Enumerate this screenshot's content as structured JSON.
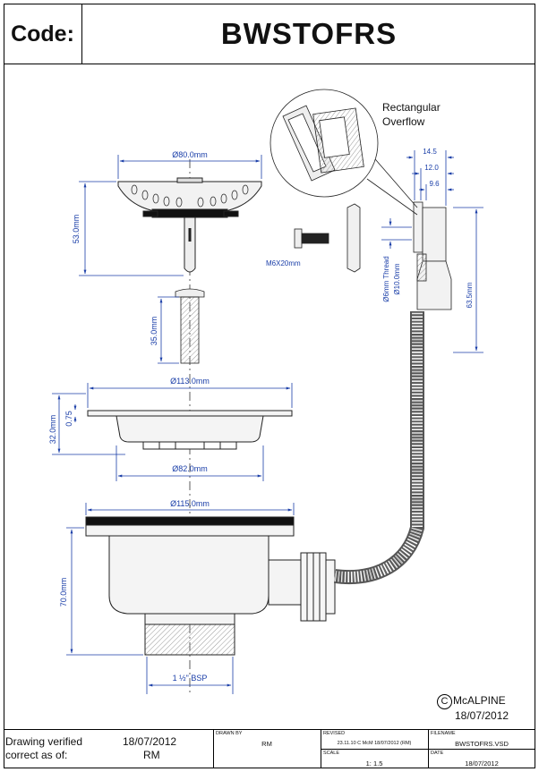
{
  "header": {
    "code_label": "Code:",
    "code_value": "BWSTOFRS"
  },
  "callout": {
    "line1": "Rectangular",
    "line2": "Overflow"
  },
  "dims": {
    "strainer_dia": "Ø80.0mm",
    "strainer_height": "53.0mm",
    "bolt": "M6X20mm",
    "screw_len": "35.0mm",
    "flange_dia": "Ø113.0mm",
    "basket_height": "32.0mm",
    "flange_thk": "0.75",
    "basket_dia": "Ø82.0mm",
    "body_flange_dia": "Ø115.0mm",
    "body_height": "70.0mm",
    "thread": "1 ½\" BSP",
    "ov_w1": "14.5",
    "ov_w2": "12.0",
    "ov_w3": "9.6",
    "ov_thread": "Ø6mm Thread",
    "ov_dia": "Ø10.0mm",
    "ov_height": "63.5mm"
  },
  "copyright": {
    "symbol": "C",
    "brand": "McALPINE",
    "date": "18/07/2012"
  },
  "footer": {
    "verified_label_1": "Drawing verified",
    "verified_label_2": "correct as of:",
    "verified_date": "18/07/2012",
    "verified_by": "RM",
    "drawn_by_label": "DRAWN BY",
    "drawn_by": "RM",
    "revised_label": "REVISED",
    "revised": "23.11.10 C McM 18/07/2012 (RM)",
    "filename_label": "FILENAME",
    "filename": "BWSTOFRS.VSD",
    "scale_label": "SCALE",
    "scale": "1: 1.5",
    "date_label": "DATE",
    "date": "18/07/2012"
  }
}
